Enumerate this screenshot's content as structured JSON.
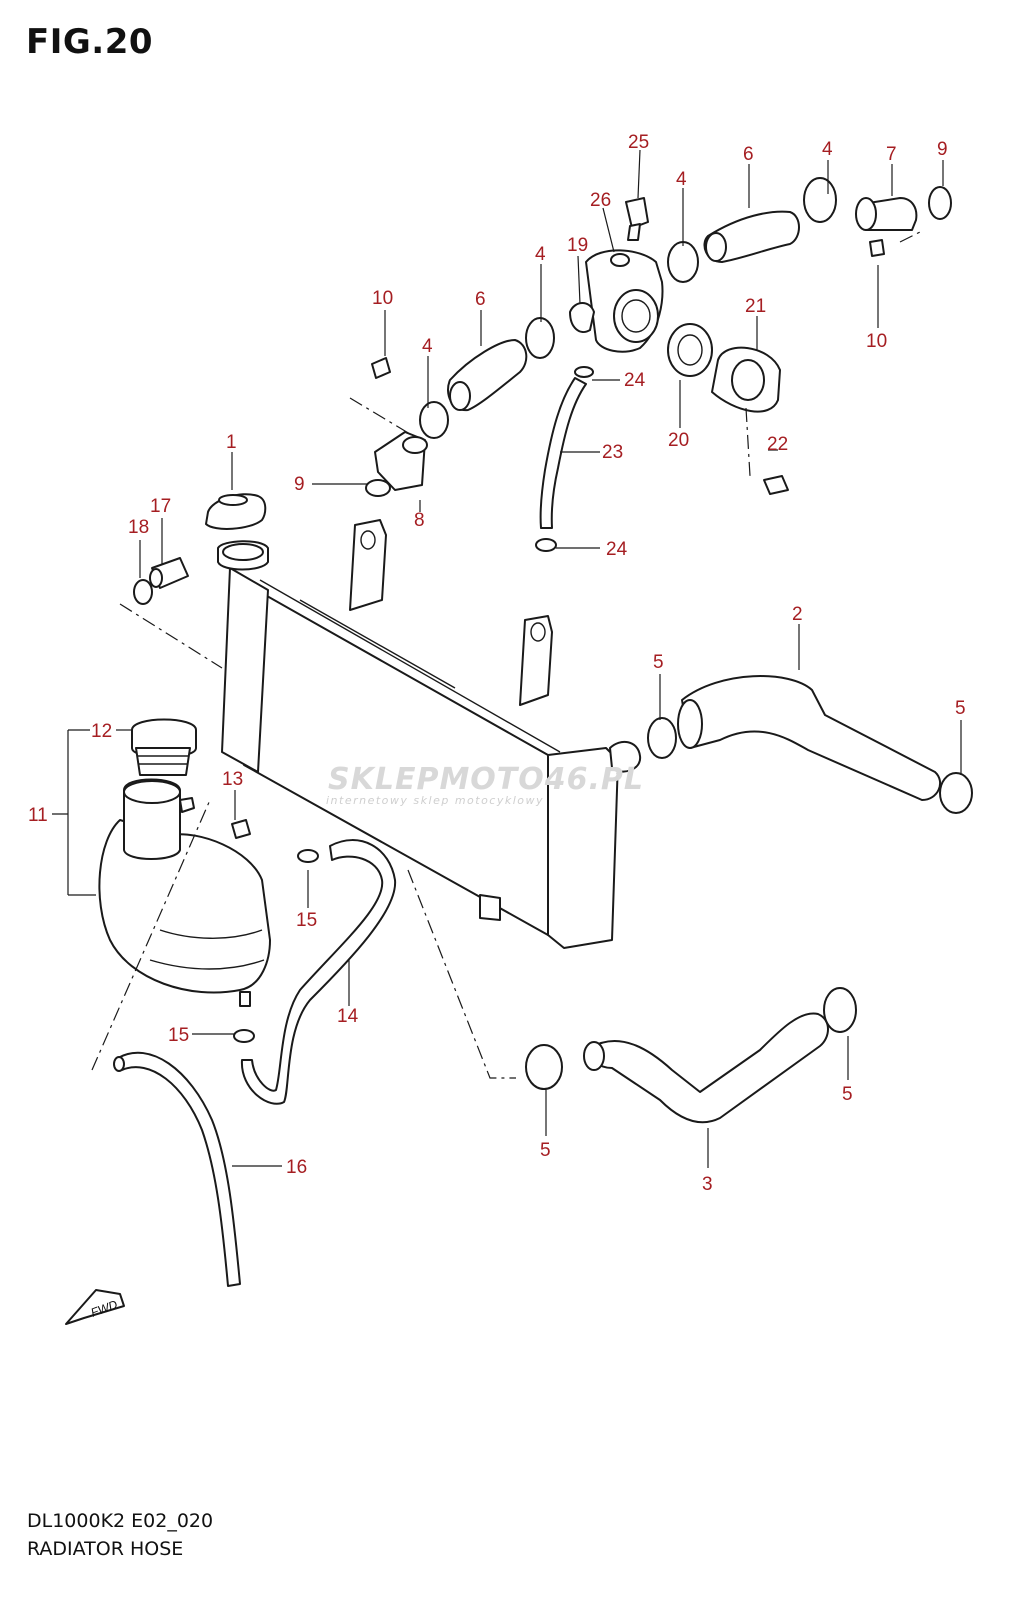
{
  "title": "FIG.20",
  "footer": {
    "model_code": "DL1000K2 E02_020",
    "name": "RADIATOR HOSE"
  },
  "watermark": {
    "brand": "SKLEPMOTO46.PL",
    "tagline": "internetowy sklep motocyklowy"
  },
  "fwd_label": "FWD",
  "callouts": [
    "1",
    "2",
    "3",
    "4",
    "4",
    "4",
    "4",
    "5",
    "5",
    "5",
    "5",
    "6",
    "6",
    "7",
    "8",
    "9",
    "9",
    "10",
    "10",
    "11",
    "12",
    "13",
    "14",
    "15",
    "15",
    "16",
    "17",
    "18",
    "19",
    "20",
    "21",
    "22",
    "23",
    "24",
    "24",
    "25",
    "26"
  ]
}
